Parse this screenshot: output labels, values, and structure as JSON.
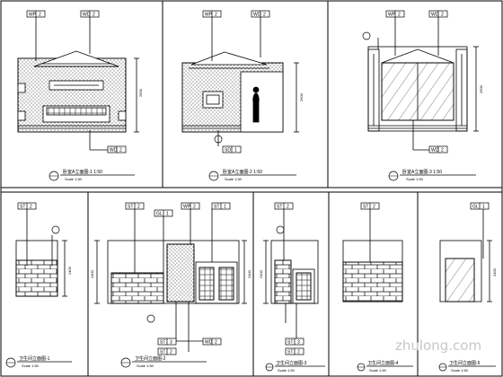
{
  "watermark": {
    "text": "zhulong.com",
    "color": "#c8c8c8"
  },
  "frame": {
    "border_color": "#000000"
  },
  "top_row": {
    "elevation_1": {
      "tags": {
        "top_left": {
          "code": "WP",
          "num": "2"
        },
        "top_right": {
          "code": "WD",
          "num": "2"
        },
        "bottom": {
          "code": "WD",
          "num": "2"
        }
      },
      "dims": {
        "right": "2600"
      },
      "caption": {
        "title": "卧室A立面图-1  1:50",
        "scale": "Scale 1:50"
      }
    },
    "elevation_2": {
      "tags": {
        "top_left": {
          "code": "WP",
          "num": "2"
        },
        "top_right": {
          "code": "WD",
          "num": "2"
        },
        "bottom": {
          "code": "SD",
          "num": "1"
        }
      },
      "dims": {
        "right": "2600"
      },
      "caption": {
        "title": "卧室A立面图-2  1:50",
        "scale": "Scale 1:50"
      }
    },
    "elevation_3": {
      "tags": {
        "top_left": {
          "code": "WP",
          "num": "2"
        },
        "top_right": {
          "code": "WD",
          "num": "2"
        },
        "bottom": {
          "code": "WD",
          "num": "2"
        }
      },
      "dims": {
        "right": "2600"
      },
      "caption": {
        "title": "卧室A立面图-3  1:50",
        "scale": "Scale 1:50"
      }
    }
  },
  "bottom_row": {
    "elevation_4": {
      "tags": {
        "top_left": {
          "code": "ST",
          "num": "2"
        }
      },
      "dims": {
        "right": "2400"
      },
      "caption": {
        "title": "卫生间立面图-1",
        "scale": "Scale 1:50"
      }
    },
    "elevation_5": {
      "tags": {
        "t1": {
          "code": "ST",
          "num": "2"
        },
        "t2": {
          "code": "GL",
          "num": "1"
        },
        "t3": {
          "code": "WP",
          "num": "2"
        },
        "t4": {
          "code": "ST",
          "num": "1"
        },
        "b1": {
          "code": "ST",
          "num": "3"
        },
        "b2": {
          "code": "WD",
          "num": "2"
        },
        "b3": {
          "code": "ST",
          "num": "2"
        }
      },
      "dims": {
        "left": "2400",
        "right": "2400"
      },
      "caption": {
        "title": "卫生间立面图-2",
        "scale": "Scale 1:50"
      }
    },
    "elevation_6": {
      "tags": {
        "top_left": {
          "code": "ST",
          "num": "2"
        },
        "b1": {
          "code": "ST",
          "num": "3"
        },
        "b2": {
          "code": "ST",
          "num": "2"
        }
      },
      "dims": {
        "left": "2400"
      },
      "caption": {
        "title": "卫生间立面图-3",
        "scale": "Scale 1:50"
      }
    },
    "elevation_7": {
      "tags": {
        "top_left": {
          "code": "ST",
          "num": "2"
        }
      },
      "dims": {},
      "caption": {
        "title": "卫生间立面图-4",
        "scale": "Scale 1:50"
      }
    },
    "elevation_8": {
      "tags": {
        "top_left": {
          "code": "GL",
          "num": "1"
        }
      },
      "dims": {
        "right": "2400"
      },
      "caption": {
        "title": "卫生间立面图-5",
        "scale": "Scale 1:50"
      }
    }
  }
}
